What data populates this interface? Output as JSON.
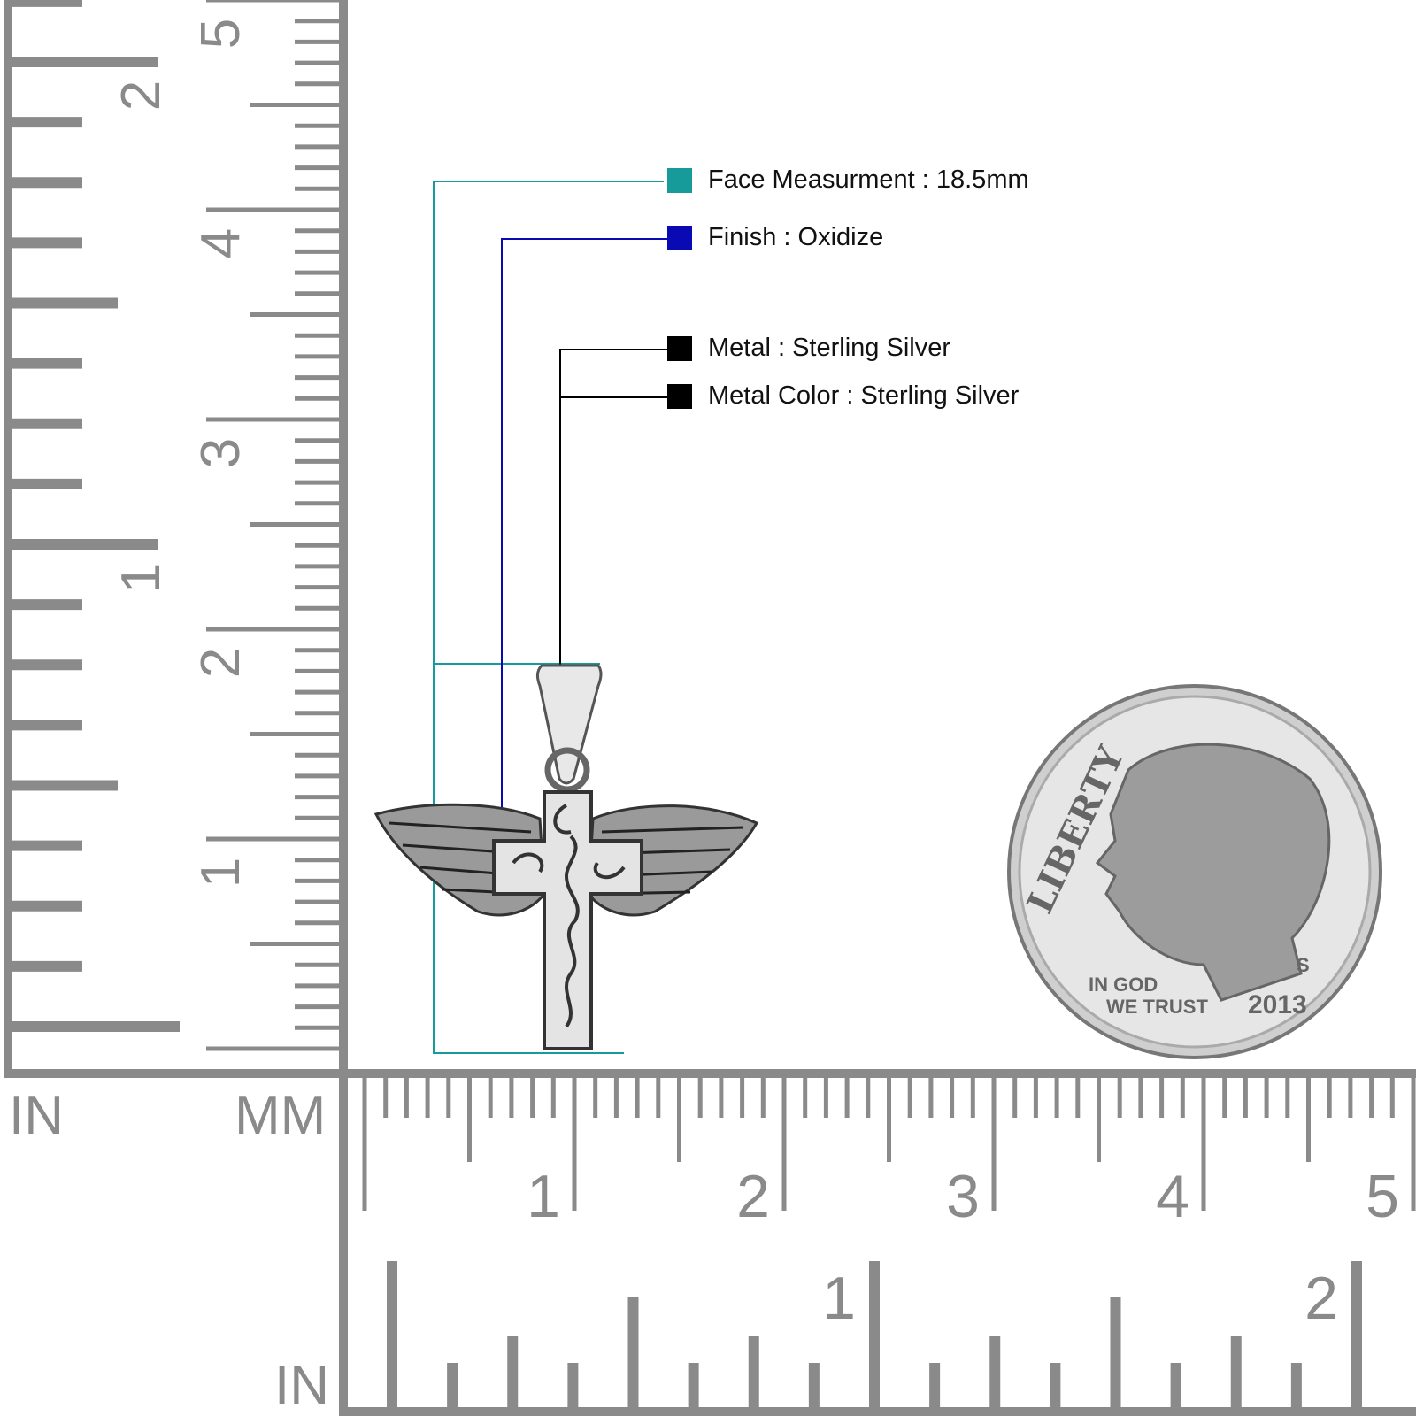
{
  "specs": [
    {
      "label": "Face Measurment : 18.5mm",
      "color": "#169a9a"
    },
    {
      "label": "Finish : Oxidize",
      "color": "#0a0ab4"
    },
    {
      "label": "Metal : Sterling Silver",
      "color": "#000000"
    },
    {
      "label": "Metal Color : Sterling Silver",
      "color": "#000000"
    }
  ],
  "rulers": {
    "left_in_label": "IN",
    "left_mm_label": "MM",
    "bottom_in_label": "IN",
    "left_in_numbers": [
      "1",
      "2"
    ],
    "left_cm_numbers": [
      "1",
      "2",
      "3",
      "4",
      "5"
    ],
    "bottom_cm_numbers": [
      "1",
      "2",
      "3",
      "4",
      "5"
    ],
    "bottom_in_numbers": [
      "1",
      "2"
    ],
    "color": "#8a8a8a"
  },
  "coin": {
    "legend": "LIBERTY",
    "motto_line1": "IN GOD",
    "motto_line2": "WE TRUST",
    "year": "2013",
    "mint": "S"
  }
}
